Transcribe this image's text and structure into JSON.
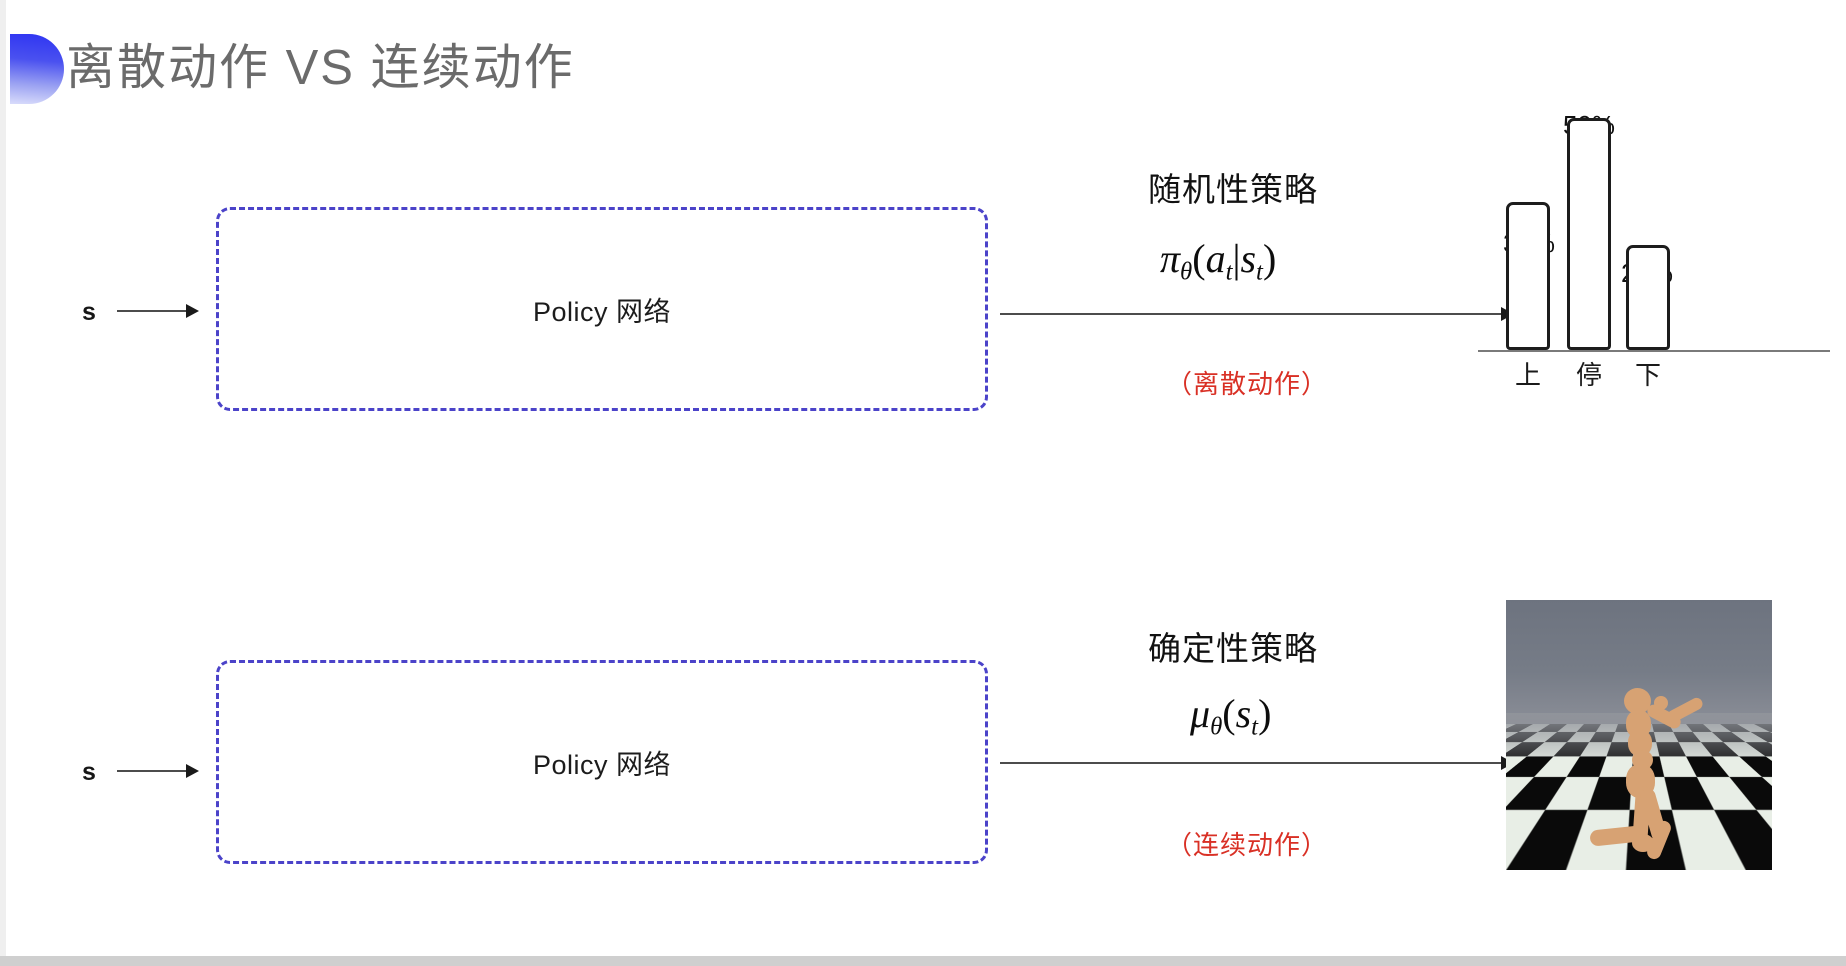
{
  "slide": {
    "title": "离散动作 VS 连续动作",
    "accent_color": "#4a51f0",
    "title_color": "#6b6b6b",
    "note_color": "#d93025",
    "box_border_color": "#4b43c9"
  },
  "rows": [
    {
      "input_label": "s",
      "box_label": "Policy 网络",
      "policy_title": "随机性策略",
      "formula_main": "π",
      "formula_theta": "θ",
      "formula_args": "(a",
      "formula_sub_t1": "t",
      "formula_bar": "|s",
      "formula_sub_t2": "t",
      "formula_close": ")",
      "action_note": "（离散动作）",
      "output_kind": "bar-chart"
    },
    {
      "input_label": "s",
      "box_label": "Policy 网络",
      "policy_title": "确定性策略",
      "formula_main": "μ",
      "formula_theta": "θ",
      "formula_args": "(s",
      "formula_sub_t1": "t",
      "formula_close": ")",
      "action_note": "（连续动作）",
      "output_kind": "humanoid-render"
    }
  ],
  "chart_data": {
    "type": "bar",
    "title": "",
    "categories": [
      "上",
      "停",
      "下"
    ],
    "values": [
      30,
      50,
      20
    ],
    "value_labels": [
      "30%",
      "50%",
      "20%"
    ],
    "ylabel": "",
    "xlabel": "",
    "ylim": [
      0,
      60
    ],
    "grid": false,
    "legend": "none",
    "bar_fill": "#ffffff",
    "bar_stroke": "#1d1d1d"
  },
  "humanoid": {
    "description": "MuJoCo humanoid kneeling on checkerboard floor",
    "sky_color": "#767c87",
    "body_color": "#d7a273",
    "floor_light": "#e8eee6",
    "floor_dark": "#0a0a0a"
  }
}
